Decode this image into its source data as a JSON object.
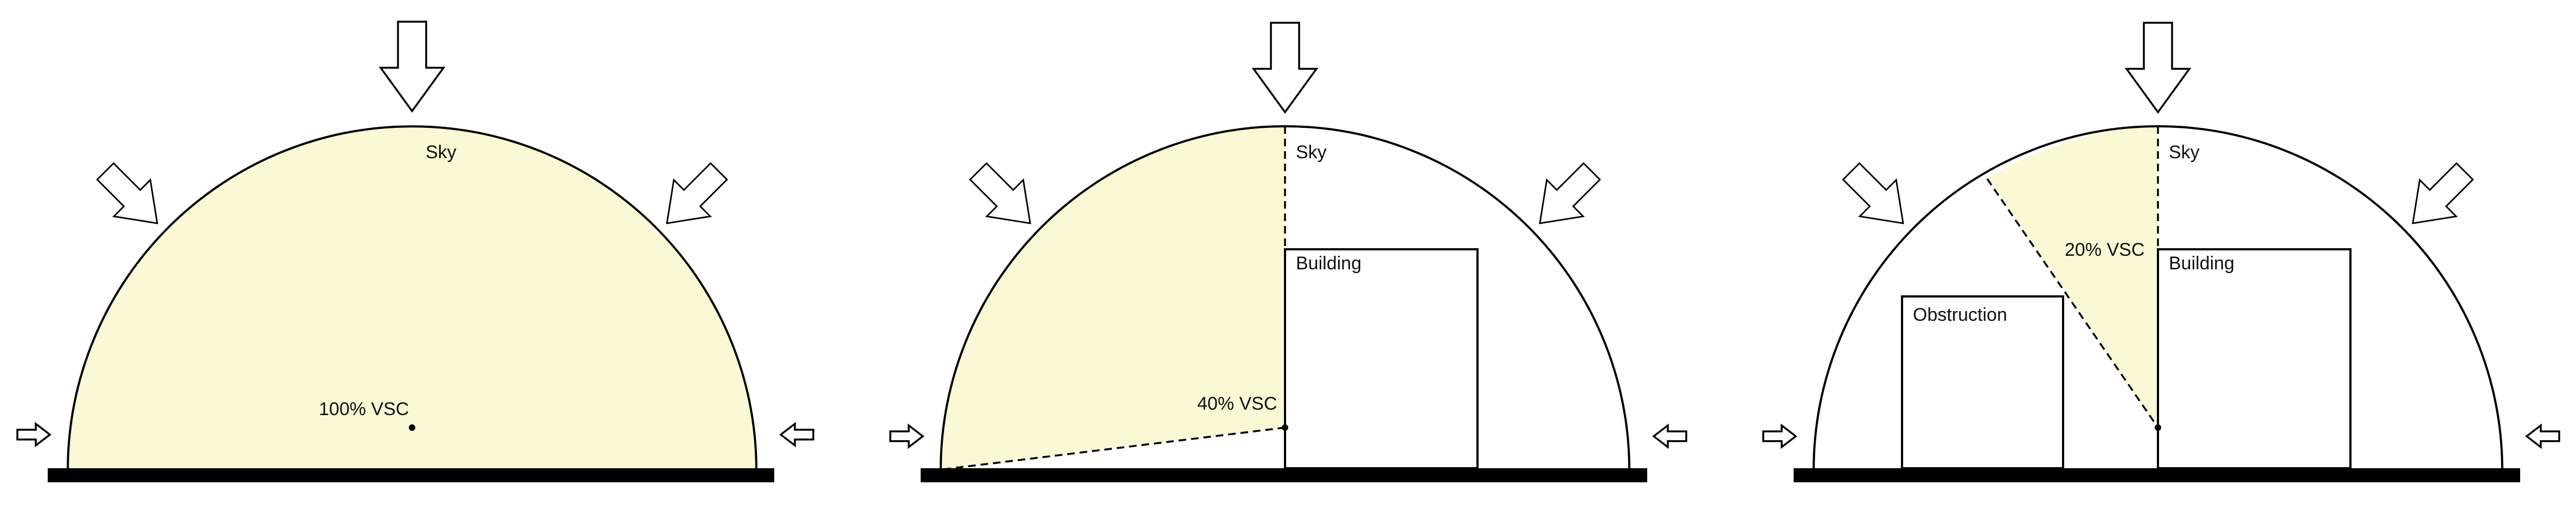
{
  "colors": {
    "sky_fill": "#fbf8d6",
    "stroke": "#000000",
    "ground": "#000000",
    "background": "#ffffff"
  },
  "panels": [
    {
      "sky_label": "Sky",
      "vsc_label": "100% VSC",
      "building_label": "",
      "obstruction_label": "",
      "icons": [
        "arrow-down-icon",
        "arrow-diagonal-icon",
        "arrow-right-icon",
        "arrow-left-icon"
      ]
    },
    {
      "sky_label": "Sky",
      "vsc_label": "40% VSC",
      "building_label": "Building",
      "obstruction_label": "",
      "icons": [
        "arrow-down-icon",
        "arrow-diagonal-icon",
        "arrow-right-icon",
        "arrow-left-icon"
      ]
    },
    {
      "sky_label": "Sky",
      "vsc_label": "20% VSC",
      "building_label": "Building",
      "obstruction_label": "Obstruction",
      "icons": [
        "arrow-down-icon",
        "arrow-diagonal-icon",
        "arrow-right-icon",
        "arrow-left-icon"
      ]
    }
  ]
}
